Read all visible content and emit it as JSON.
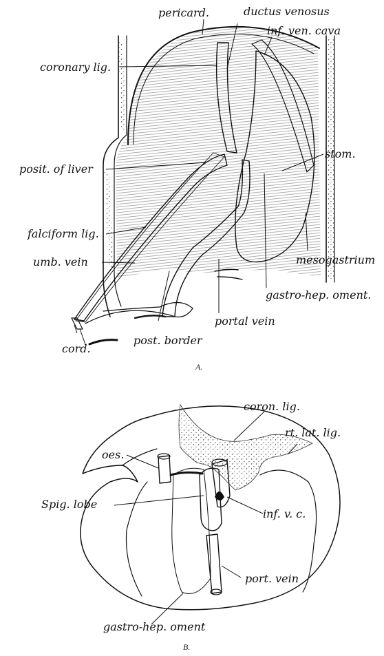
{
  "figure_a": {
    "caption": "A.",
    "labels": {
      "pericard": "pericard.",
      "ductus_venosus": "ductus venosus",
      "inf_ven_cava": "inf. ven. cava",
      "coronary_lig": "coronary lig.",
      "posit_of_liver": "posit. of liver",
      "stom": "stom.",
      "falciform_lig": "falciform lig.",
      "umb_vein": "umb. vein",
      "mesogastrium": "mesogastrium",
      "gastro_hep_oment": "gastro-hep. oment.",
      "portal_vein": "portal vein",
      "post_border": "post. border",
      "cord": "cord."
    }
  },
  "figure_b": {
    "caption": "B.",
    "labels": {
      "coron_lig": "coron. lig.",
      "rt_lat_lig": "rt. lat. lig.",
      "oes": "oes.",
      "spig_lobe": "Spig. lobe",
      "inf_v_c": "inf. v. c.",
      "port_vein": "port. vein",
      "gastro_hep_oment": "gastro-hep. oment"
    }
  }
}
